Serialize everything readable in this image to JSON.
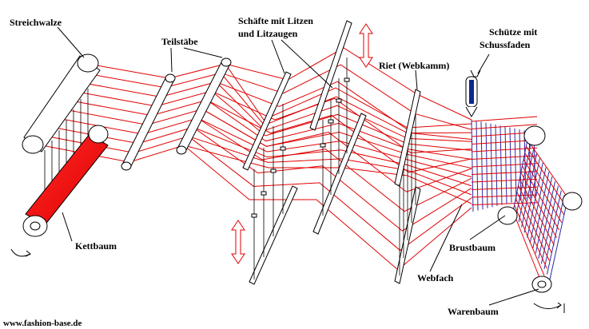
{
  "labels": {
    "streichwalze": "Streichwalze",
    "teilstaebe": "Teilstäbe",
    "schaefte_line1": "Schäfte mit Litzen",
    "schaefte_line2": "und Litzaugen",
    "riet": "Riet (Webkamm)",
    "schuetze_line1": "Schütze mit",
    "schuetze_line2": "Schussfaden",
    "kettbaum": "Kettbaum",
    "brustbaum": "Brustbaum",
    "webfach": "Webfach",
    "warenbaum": "Warenbaum"
  },
  "website": "www.fashion-base.de",
  "colors": {
    "warp": "#e10000",
    "weft": "#2a2aa8",
    "kettbaum": "#ff0000",
    "shuttle": "#0a2a8a",
    "arrow": "#e10000"
  }
}
